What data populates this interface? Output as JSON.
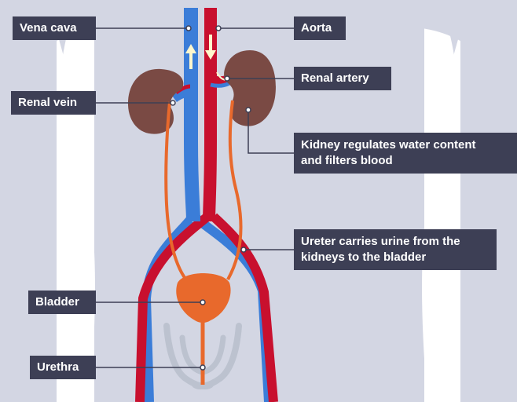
{
  "labels": {
    "vena_cava": "Vena cava",
    "aorta": "Aorta",
    "renal_artery": "Renal artery",
    "renal_vein": "Renal vein",
    "kidney_line1": "Kidney regulates water content",
    "kidney_line2": "and filters blood",
    "ureter_line1": "Ureter carries urine from the",
    "ureter_line2": "kidneys to the bladder",
    "bladder": "Bladder",
    "urethra": "Urethra"
  },
  "colors": {
    "background": "#ffffff",
    "body_silhouette": "#d3d6e3",
    "pelvis_outline": "#bcc2cf",
    "label_box": "#3d3f55",
    "label_text": "#ffffff",
    "leader_line": "#3d3f55",
    "artery": "#c8102e",
    "vein": "#3b7dd8",
    "kidney": "#7a4a44",
    "ureter": "#e8692c",
    "bladder": "#e8692c",
    "flow_arrow": "#fff7cc"
  }
}
